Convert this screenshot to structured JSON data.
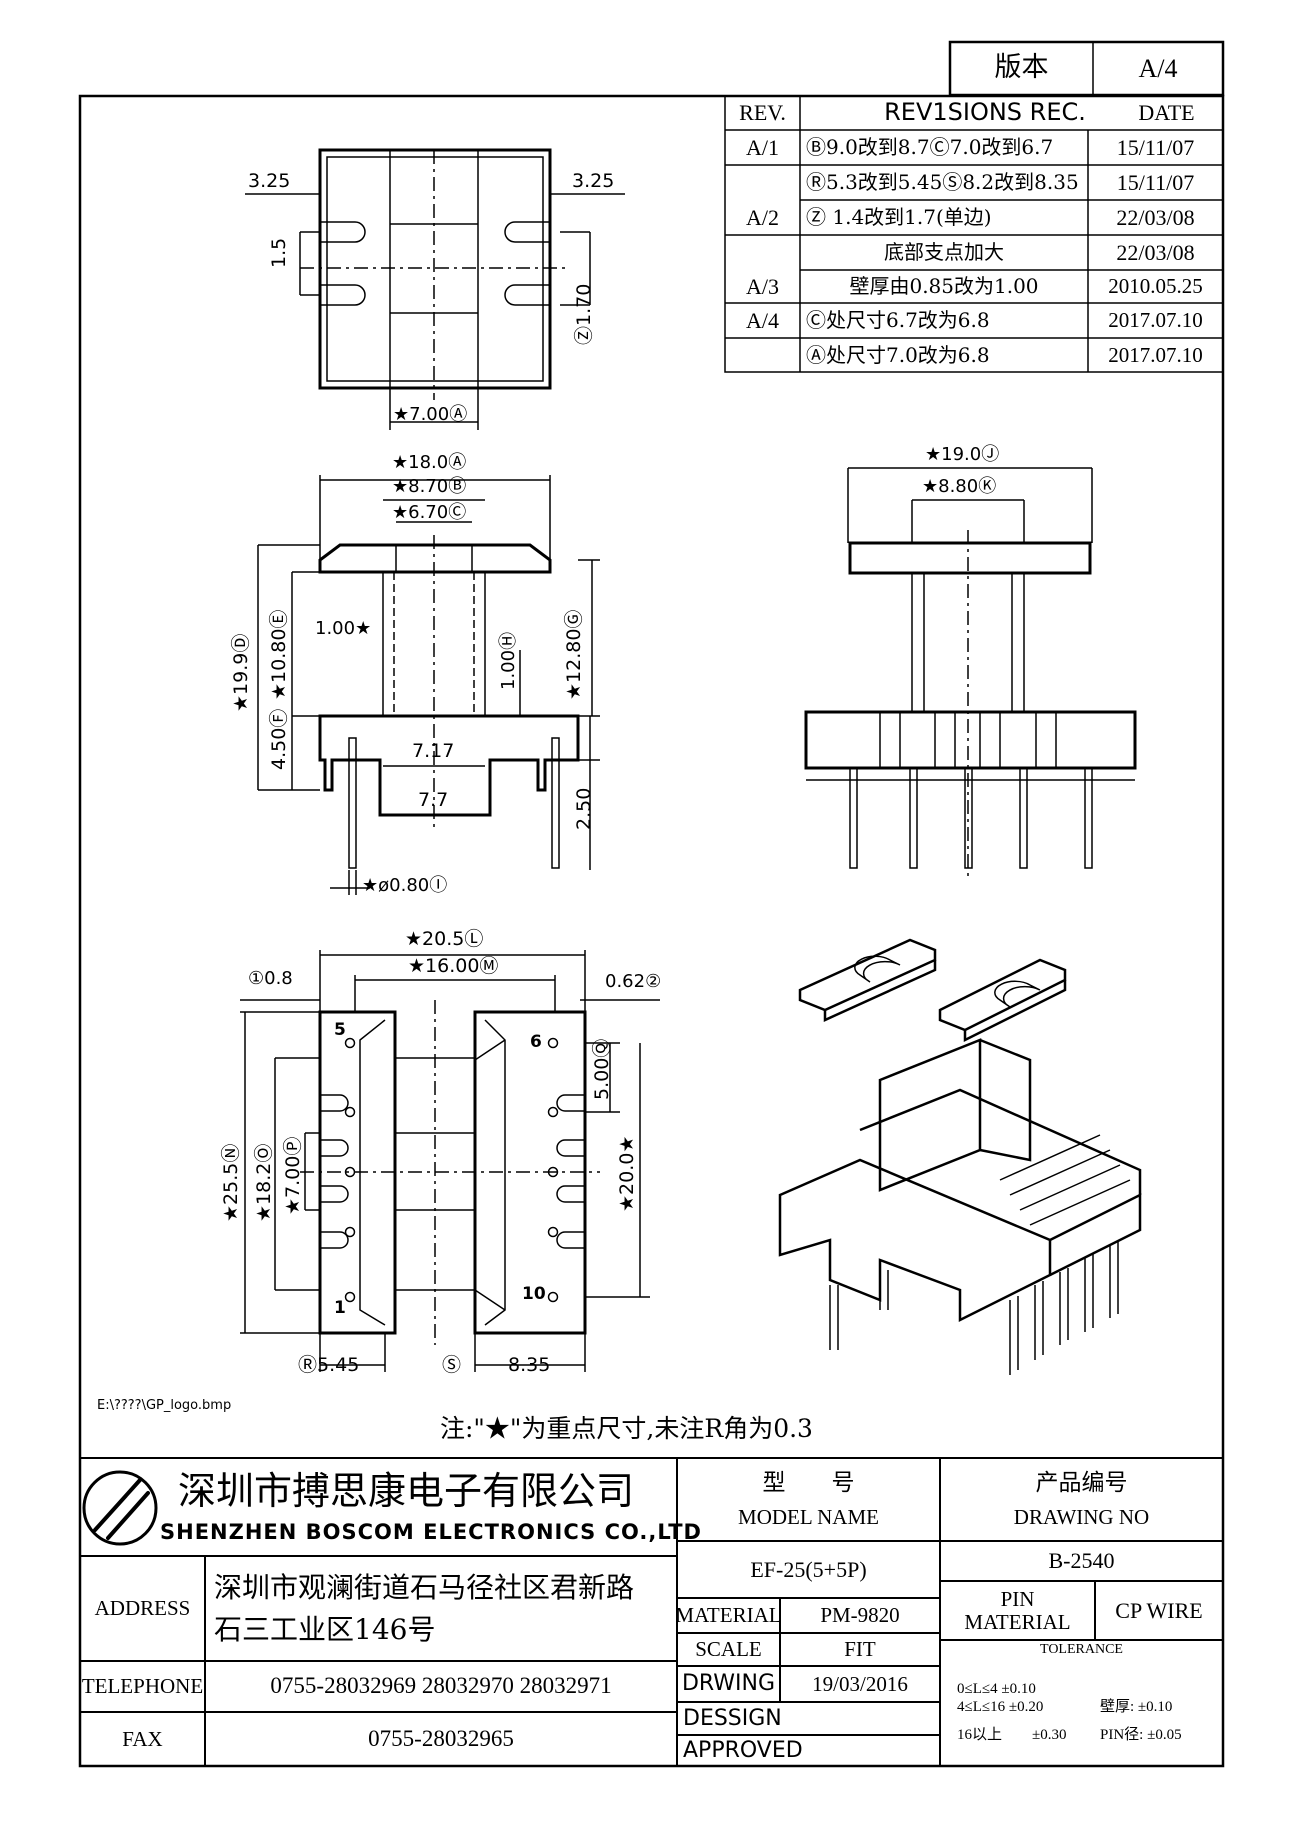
{
  "version_box": {
    "label": "版本",
    "value": "A/4"
  },
  "revisions": {
    "headers": {
      "rev": "REV.",
      "recs": "REV1SIONS REC.",
      "date": "DATE"
    },
    "rows": [
      {
        "rev": "A/1",
        "text": "Ⓑ9.0改到8.7Ⓒ7.0改到6.7",
        "date": "15/11/07"
      },
      {
        "rev": "",
        "text": "Ⓡ5.3改到5.45Ⓢ8.2改到8.35",
        "date": "15/11/07"
      },
      {
        "rev": "A/2",
        "text": "Ⓩ 1.4改到1.7(单边)",
        "date": "22/03/08"
      },
      {
        "rev": "",
        "text": "底部支点加大",
        "date": "22/03/08"
      },
      {
        "rev": "A/3",
        "text": "壁厚由0.85改为1.00",
        "date": "2010.05.25"
      },
      {
        "rev": "A/4",
        "text": "Ⓒ处尺寸6.7改为6.8",
        "date": "2017.07.10"
      },
      {
        "rev": "",
        "text": "Ⓐ处尺寸7.0改为6.8",
        "date": "2017.07.10"
      }
    ]
  },
  "dims_top_view": {
    "left": "3.25",
    "right": "3.25",
    "slot": "1.5",
    "z": "Ⓩ1.70",
    "a1": "★7.00Ⓐ"
  },
  "dims_front_view": {
    "a": "★18.0Ⓐ",
    "b": "★8.70Ⓑ",
    "c": "★6.70Ⓒ",
    "d": "★19.9Ⓓ",
    "e": "★10.80Ⓔ",
    "f": "4.50Ⓕ",
    "g": "★12.80Ⓖ",
    "h": "1.00Ⓗ",
    "wall": "1.00★",
    "w1": "7.17",
    "w2": "7.7",
    "pin": "2.50",
    "i": "★ø0.80Ⓘ"
  },
  "dims_side_view": {
    "j": "★19.0Ⓙ",
    "k": "★8.80Ⓚ"
  },
  "dims_bottom_view": {
    "l": "★20.5Ⓛ",
    "m": "★16.00Ⓜ",
    "p1": "①0.8",
    "p2": "0.62②",
    "n": "★25.5Ⓝ",
    "o": "★18.2Ⓞ",
    "p": "★7.00Ⓟ",
    "q": "5.00Ⓠ",
    "twenty": "★20.0★",
    "r": "Ⓡ5.45",
    "s": "Ⓢ",
    "s_val": "8.35",
    "pin5": "5",
    "pin6": "6",
    "pin1": "1",
    "pin10": "10"
  },
  "logo_path": "E:\\????\\GP_logo.bmp",
  "note": "注:\"★\"为重点尺寸,未注R角为0.3",
  "title_block": {
    "company_cn": "深圳市搏思康电子有限公司",
    "company_en": "SHENZHEN BOSCOM ELECTRONICS CO.,LTD",
    "address_label": "ADDRESS",
    "address_1": "深圳市观澜街道石马径社区君新路",
    "address_2": "石三工业区146号",
    "telephone_label": "TELEPHONE",
    "telephone": "0755-28032969 28032970 28032971",
    "fax_label": "FAX",
    "fax": "0755-28032965",
    "model_cn": "型　　号",
    "model_en": "MODEL NAME",
    "model_value": "EF-25(5+5P)",
    "drawing_cn": "产品编号",
    "drawing_en": "DRAWING NO",
    "drawing_value": "B-2540",
    "material_label": "MATERIAL",
    "material_value": "PM-9820",
    "scale_label": "SCALE",
    "scale_value": "FIT",
    "drwing_label": "DRWING",
    "drwing_value": "19/03/2016",
    "dessign_label": "DESSIGN",
    "approved_label": "APPROVED",
    "pin_material_label_1": "PIN",
    "pin_material_label_2": "MATERIAL",
    "pin_material_value": "CP WIRE",
    "tolerance_label": "TOLERANCE",
    "tol_1": "0≤L≤4  ±0.10",
    "tol_2": "4≤L≤16  ±0.20",
    "tol_3": "16以上　　±0.30",
    "tol_wall": "壁厚:  ±0.10",
    "tol_pin": "PIN径: ±0.05"
  }
}
